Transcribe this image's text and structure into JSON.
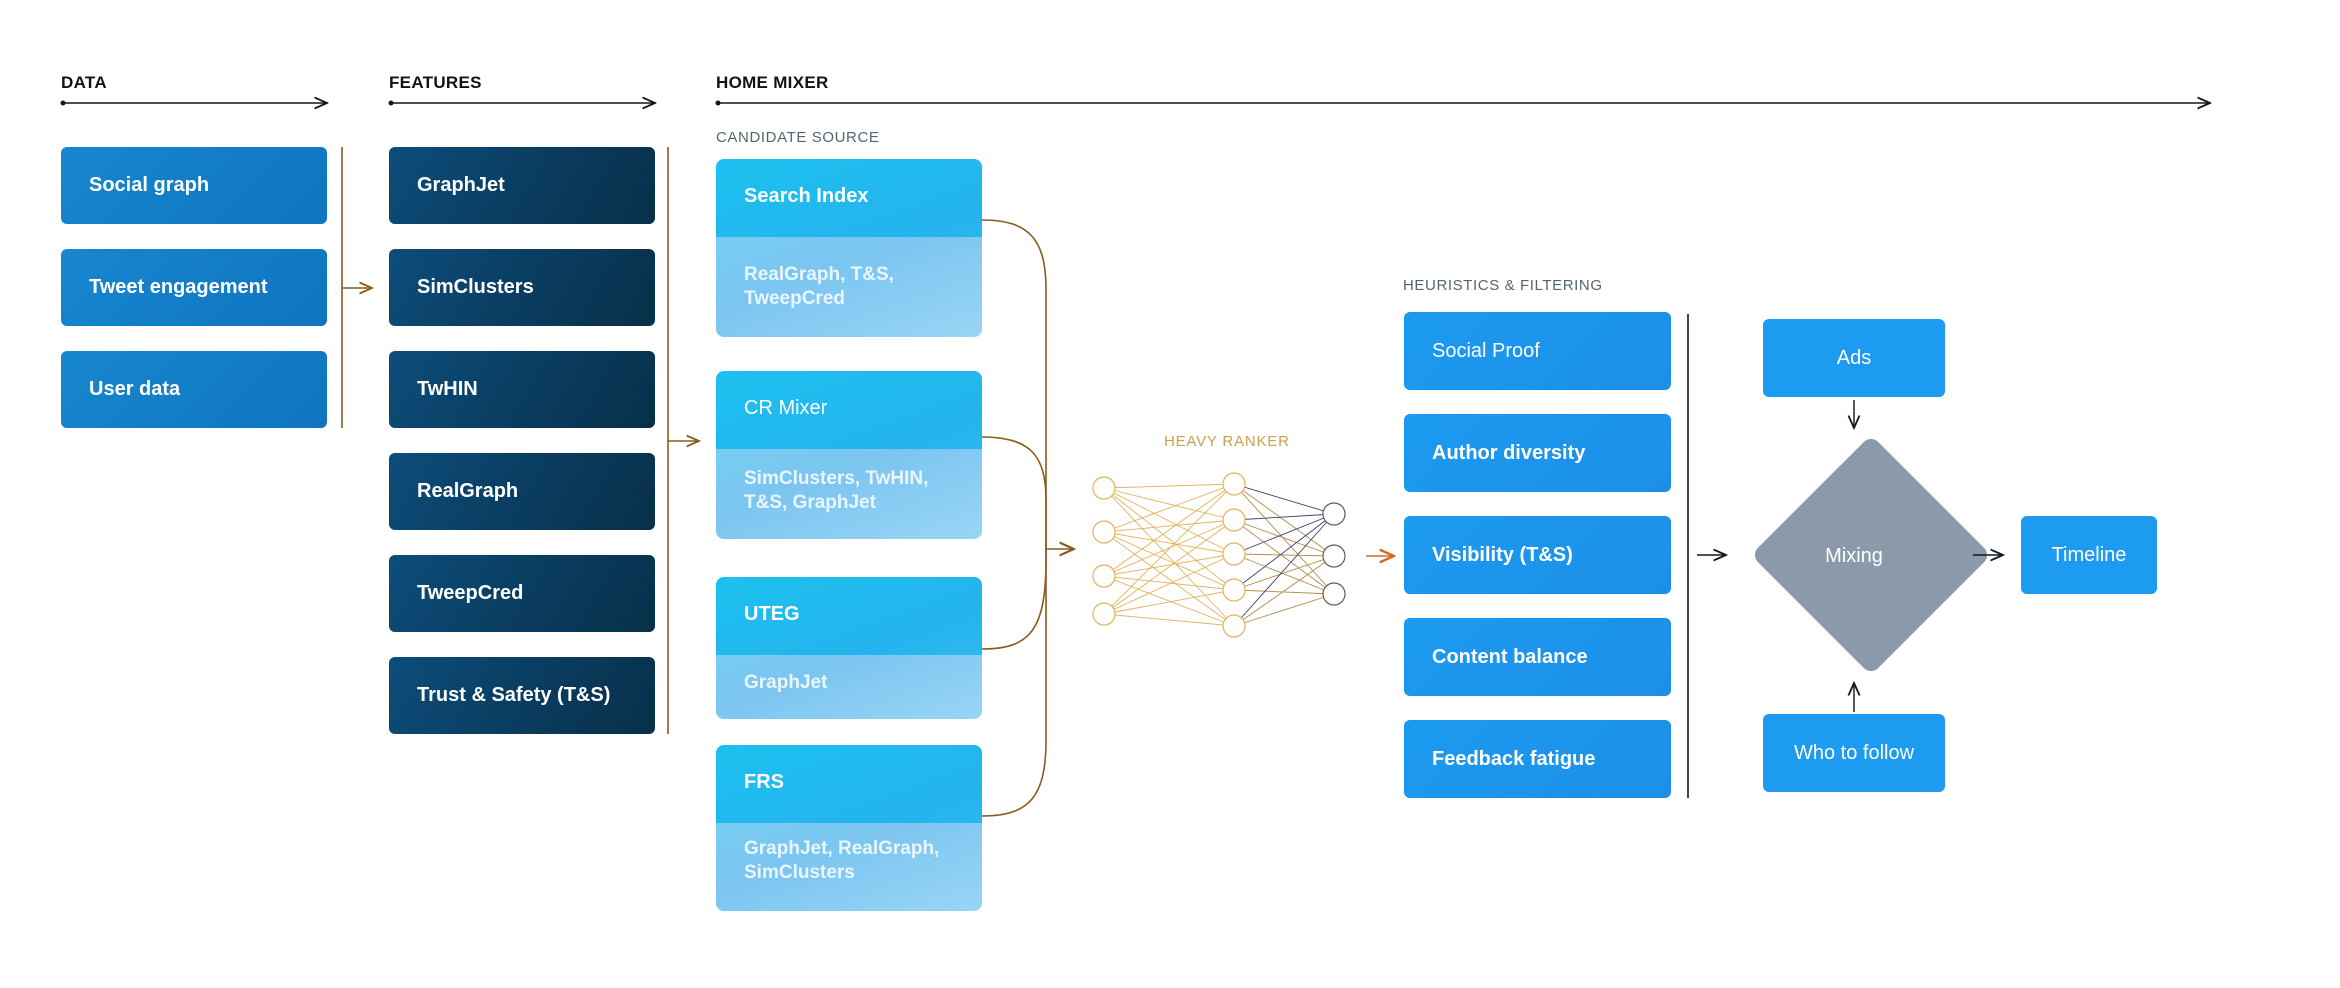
{
  "headers": {
    "data": "DATA",
    "features": "FEATURES",
    "home_mixer": "HOME MIXER",
    "candidate_source": "CANDIDATE SOURCE",
    "heuristics": "HEURISTICS & FILTERING",
    "heavy_ranker": "HEAVY RANKER"
  },
  "data_items": [
    "Social graph",
    "Tweet engagement",
    "User data"
  ],
  "feature_items": [
    "GraphJet",
    "SimClusters",
    "TwHIN",
    "RealGraph",
    "TweepCred",
    "Trust & Safety (T&S)"
  ],
  "candidates": [
    {
      "title": "Search Index",
      "sources": "RealGraph, T&S, TweepCred"
    },
    {
      "title": "CR Mixer",
      "sources": "SimClusters, TwHIN, T&S, GraphJet"
    },
    {
      "title": "UTEG",
      "sources": "GraphJet"
    },
    {
      "title": "FRS",
      "sources": "GraphJet, RealGraph, SimClusters"
    }
  ],
  "heuristics_items": [
    "Social Proof",
    "Author diversity",
    "Visibility (T&S)",
    "Content balance",
    "Feedback fatigue"
  ],
  "mixing": {
    "ads": "Ads",
    "center": "Mixing",
    "who_to_follow": "Who to follow",
    "timeline": "Timeline"
  },
  "colors": {
    "data_blue": "#1787cf",
    "feature_navy": "#0a3a5c",
    "candidate_cyan": "#28c5ef",
    "heuristic_blue": "#1b9af0",
    "mixing_gray": "#8a9aab",
    "connector_brown": "#8b5a1e",
    "ranker_gold": "#d9a441"
  }
}
